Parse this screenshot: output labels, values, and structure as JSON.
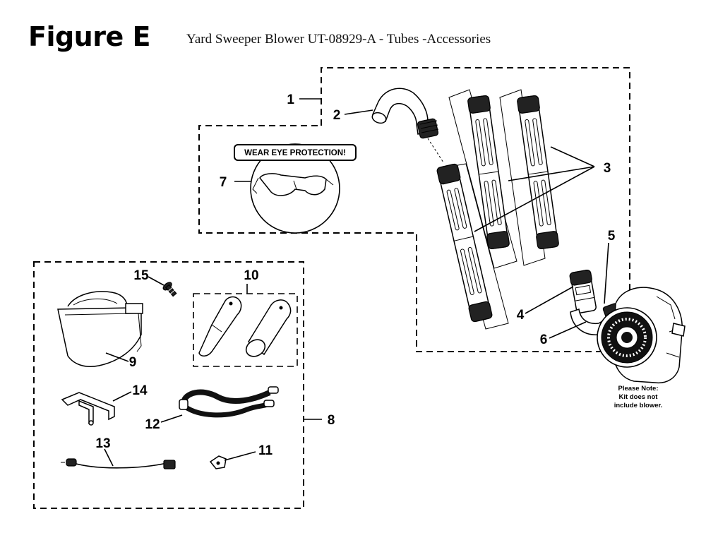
{
  "header": {
    "figure_label": "Figure E",
    "subtitle": "Yard Sweeper Blower UT-08929-A - Tubes -Accessories"
  },
  "warning": {
    "text": "WEAR EYE PROTECTION!"
  },
  "callouts": [
    "1",
    "2",
    "3",
    "4",
    "5",
    "6",
    "7",
    "8",
    "9",
    "10",
    "11",
    "12",
    "13",
    "14",
    "15"
  ],
  "note": {
    "line1": "Please Note:",
    "line2": "Kit does not",
    "line3": "include blower."
  }
}
